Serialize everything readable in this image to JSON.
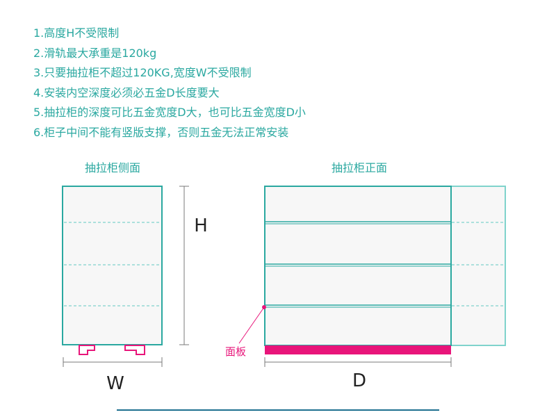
{
  "notes": [
    "1.高度H不受限制",
    "2.滑轨最大承重是120kg",
    "3.只要抽拉柜不超过120KG,宽度W不受限制",
    "4.安装内空深度必须必五金D长度要大",
    "5.抽拉柜的深度可比五金宽度D大，也可比五金宽度D小",
    "6.柜子中间不能有竖版支撑，否则五金无法正常安装"
  ],
  "diagram": {
    "side_title": "抽拉柜侧面",
    "front_title": "抽拉柜正面",
    "height_label": "H",
    "width_label": "W",
    "depth_label": "D",
    "panel_label": "面板"
  },
  "colors": {
    "teal": "#2aa8a0",
    "light_teal": "#7fd3cc",
    "magenta": "#e8157a",
    "gray": "#7a7a7a",
    "panel_bg": "#f7f7f7",
    "rule": "#1d6f8f"
  }
}
